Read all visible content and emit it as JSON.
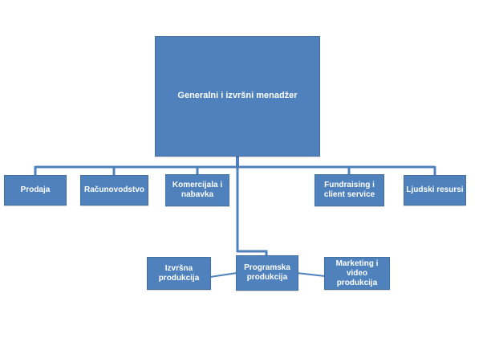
{
  "theme": {
    "box_fill": "#4f81bd",
    "box_border": "#44719f",
    "line_color": "#4f81bd",
    "text_color": "#ffffff"
  },
  "org": {
    "root": {
      "label": "Generalni i izvršni menadžer"
    },
    "level2": [
      {
        "label": "Prodaja"
      },
      {
        "label": "Računovodstvo"
      },
      {
        "label": "Komercijala i nabavka"
      },
      {
        "label": "Fundraising i client service"
      },
      {
        "label": "Ljudski resursi"
      }
    ],
    "level3": [
      {
        "label": "Izvršna produkcija"
      },
      {
        "label": "Programska produkcija"
      },
      {
        "label": "Marketing i video produkcija"
      }
    ]
  }
}
